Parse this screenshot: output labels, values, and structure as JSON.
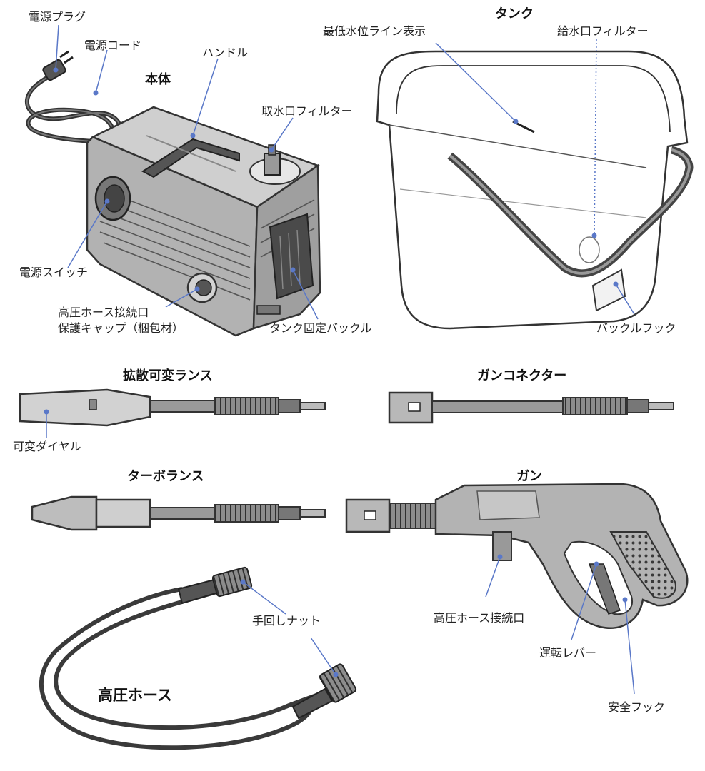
{
  "titles": {
    "main_unit": "本体",
    "tank": "タンク",
    "diffuse_lance": "拡散可変ランス",
    "gun_connector": "ガンコネクター",
    "turbo_lance": "ターボランス",
    "gun": "ガン",
    "high_pressure_hose": "高圧ホース"
  },
  "labels": {
    "power_plug": "電源プラグ",
    "power_cord": "電源コード",
    "handle": "ハンドル",
    "intake_filter": "取水口フィルター",
    "power_switch": "電源スイッチ",
    "hose_port_cap_line1": "高圧ホース接続口",
    "hose_port_cap_line2": "保護キャップ（梱包材）",
    "tank_buckle": "タンク固定バックル",
    "min_water_line": "最低水位ライン表示",
    "supply_filter": "給水口フィルター",
    "buckle_hook": "バックルフック",
    "variable_dial": "可変ダイヤル",
    "hand_nut": "手回しナット",
    "hose_port": "高圧ホース接続口",
    "trigger_lever": "運転レバー",
    "safety_hook": "安全フック"
  },
  "colors": {
    "outline": "#3a3a3a",
    "body_fill": "#b9b9b9",
    "body_light": "#d8d8d8",
    "dark_part": "#555555",
    "leader": "#5a78c8"
  }
}
